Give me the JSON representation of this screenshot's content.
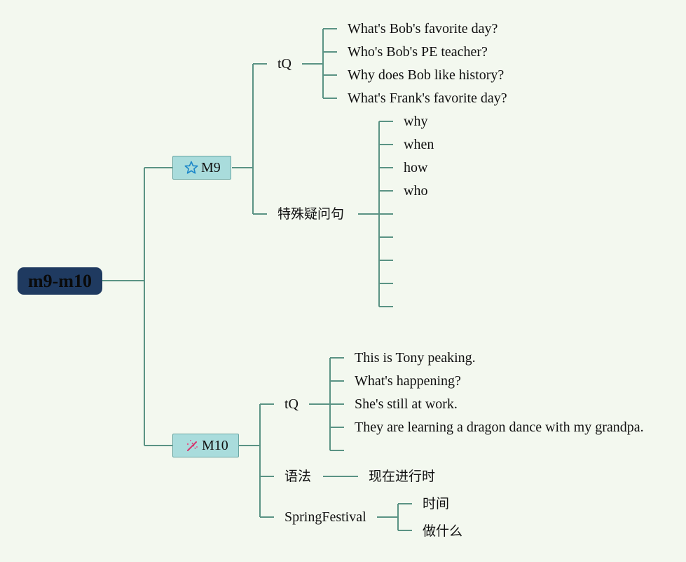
{
  "root": {
    "label": "m9-m10"
  },
  "m9": {
    "label": "M9",
    "icon": "star-icon",
    "tq": {
      "label": "tQ",
      "questions": [
        "What's Bob's favorite day?",
        "Who's Bob's PE teacher?",
        "Why does Bob like history?",
        "What's Frank's favorite day?"
      ]
    },
    "special": {
      "label": "特殊疑问句",
      "words": [
        "why",
        "when",
        "how",
        "who"
      ]
    }
  },
  "m10": {
    "label": "M10",
    "icon": "magic-wand-icon",
    "tq": {
      "label": "tQ",
      "sentences": [
        "This is Tony peaking.",
        "What's happening?",
        "She's still at work.",
        "They are learning a dragon dance with my grandpa."
      ]
    },
    "grammar": {
      "label": "语法",
      "child": "现在进行时"
    },
    "spring": {
      "label": "SpringFestival",
      "children": [
        "时间",
        "做什么"
      ]
    }
  },
  "colors": {
    "line": "#5a9384",
    "root_bg": "#1f3a60",
    "box_bg": "#a9dcdc",
    "page_bg": "#f3f8ef"
  }
}
